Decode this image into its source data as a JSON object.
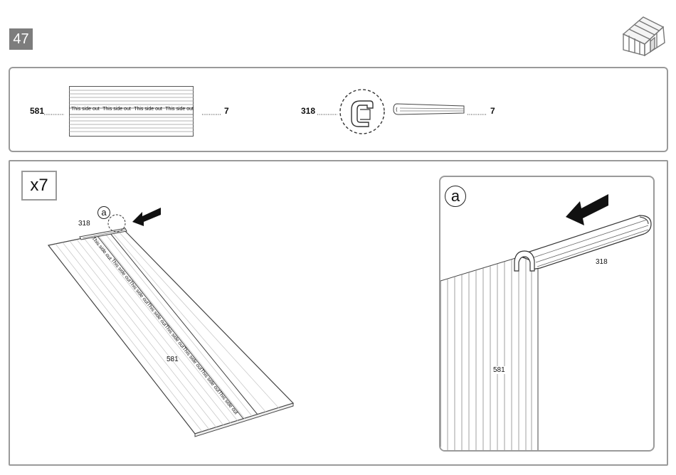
{
  "page": {
    "number": "47"
  },
  "parts": [
    {
      "part_number": "581",
      "quantity": "7",
      "marking": "This side out"
    },
    {
      "part_number": "318",
      "quantity": "7"
    }
  ],
  "main": {
    "multiplier": "x7",
    "callout": "a",
    "labels": {
      "profile": "318",
      "panel": "581",
      "panel_marking": "This side out"
    }
  },
  "detail": {
    "callout": "a",
    "labels": {
      "profile": "318",
      "panel": "581"
    }
  },
  "icons": [
    "greenhouse-icon",
    "arrow-icon"
  ]
}
